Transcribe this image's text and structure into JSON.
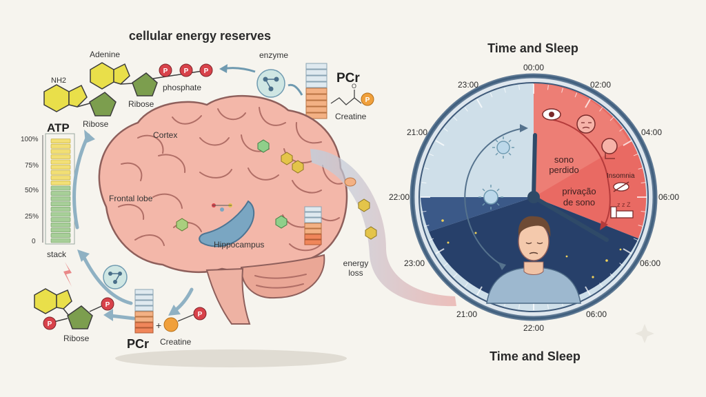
{
  "left": {
    "title": "cellular energy reserves",
    "atp": {
      "label": "ATP",
      "adenine_label": "Adenine",
      "nh2_label": "NH2",
      "ribose_top": "Ribose",
      "ribose_mid": "Ribose",
      "phosphate_label": "phosphate",
      "p_glyph": "P"
    },
    "enzyme_label": "enzyme",
    "pcr_top": {
      "label": "PCr",
      "creatine_label": "Creatine",
      "o_glyph": "O"
    },
    "gauge": {
      "ticks": [
        "100%",
        "75%",
        "50%",
        "25%",
        "0"
      ],
      "stack_label": "stack",
      "fill_fraction": 1.0
    },
    "bottom": {
      "ribose_label": "Ribose",
      "pcr_label": "PCr",
      "plus_glyph": "+",
      "creatine_label": "Creatine"
    },
    "brain": {
      "cortex_label": "Cortex",
      "frontal_label": "Frontal lobe",
      "hippocampus_label": "Hippocampus"
    },
    "energy_loss_label": "energy\nloss"
  },
  "right": {
    "title_top": "Time and Sleep",
    "title_bottom": "Time and Sleep",
    "times": {
      "t0000": "00:00",
      "t0200": "02:00",
      "t0400": "04:00",
      "t0600a": "06:00",
      "t0600b": "06:00",
      "t0600c": "06:00",
      "t2300a": "23:00",
      "t2100a": "21:00",
      "t2200a": "22:00",
      "t2300b": "23:00",
      "t2100b": "21:00",
      "t2200b": "22:00"
    },
    "sleep_lost": "sono\nperdido",
    "deprivation": "privação\nde sono",
    "insomnia": "Insomnia",
    "zzz": "z z Z"
  },
  "colors": {
    "background": "#f6f4ee",
    "brain": "#f3b7a9",
    "brain_stroke": "#8e5f5b",
    "red_zone": "#e96a63",
    "night": "#27406a",
    "gauge_green": "#a7cf98",
    "gauge_yellow": "#f2df75",
    "phosphate": "#d8424a",
    "ribose": "#7c9e4e",
    "adenine": "#e9df4a"
  }
}
